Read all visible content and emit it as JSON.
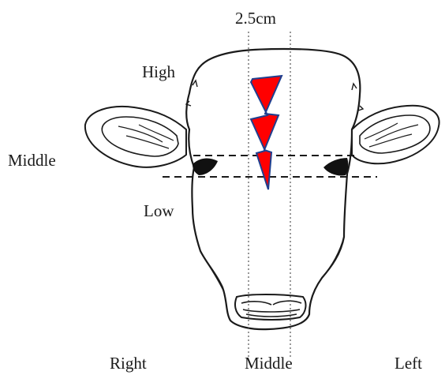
{
  "labels": {
    "width": "2.5cm",
    "high": "High",
    "middle_side": "Middle",
    "low": "Low",
    "right": "Right",
    "middle_bottom": "Middle",
    "left": "Left"
  },
  "colors": {
    "lightning_fill": "#ff0000",
    "lightning_stroke": "#1f3f8f",
    "outline": "#1a1a1a",
    "eye_fill": "#111111"
  }
}
